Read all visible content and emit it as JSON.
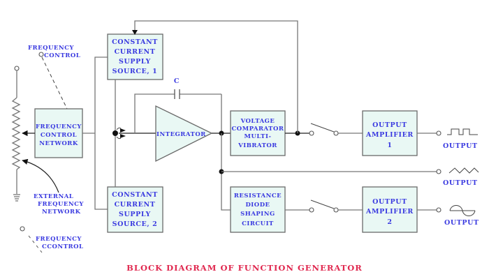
{
  "diagram": {
    "title": "BLOCK DIAGRAM OF FUNCTION GENERATOR",
    "title_color": "#e0284f",
    "label_color": "#3a3ae0",
    "block_fill": "#e9f8f4",
    "blocks": {
      "freq_control_network": [
        "FREQUENCY",
        "CONTROL",
        "NETWORK"
      ],
      "ccs1": [
        "CONSTANT",
        "CURRENT",
        "SUPPLY",
        "SOURCE, 1"
      ],
      "ccs2": [
        "CONSTANT",
        "CURRENT",
        "SUPPLY",
        "SOURCE, 2"
      ],
      "integrator": "INTEGRATOR",
      "comparator": [
        "VOLTAGE",
        "COMPARATOR",
        "MULTI-",
        "VIBRATOR"
      ],
      "shaping": [
        "RESISTANCE",
        "DIODE",
        "SHAPING",
        "CIRCUIT"
      ],
      "amp1": [
        "OUTPUT",
        "AMPLIFIER",
        "1"
      ],
      "amp2": [
        "OUTPUT",
        "AMPLIFIER",
        "2"
      ]
    },
    "labels": {
      "capacitor": "C",
      "freq_control_top": [
        "FREQUENCY",
        "CONTROL"
      ],
      "freq_control_bottom": [
        "FREQUENCY",
        "CCONTROL"
      ],
      "external": [
        "EXTERNAL",
        "FREQUENCY",
        "NETWORK"
      ],
      "output_square": "OUTPUT",
      "output_triangle": "OUTPUT",
      "output_sine": "OUTPUT"
    },
    "outputs": [
      {
        "waveform": "square-wave-icon",
        "label": "OUTPUT"
      },
      {
        "waveform": "triangle-wave-icon",
        "label": "OUTPUT"
      },
      {
        "waveform": "sine-wave-icon",
        "label": "OUTPUT"
      }
    ]
  }
}
